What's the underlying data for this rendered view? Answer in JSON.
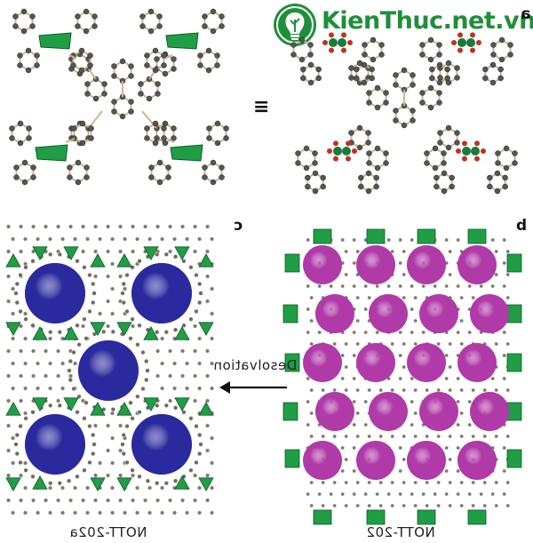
{
  "watermark": {
    "text": "KienThuc.net.vn",
    "icon": "leaf-bulb-logo-icon"
  },
  "panels": {
    "a": {
      "letter": "a"
    },
    "b": {
      "letter": "b",
      "caption": "NOTT-202"
    },
    "c": {
      "letter": "c",
      "caption": "NOTT-202a"
    }
  },
  "equivalence_symbol": "≡",
  "arrow": {
    "label": "Desolvation"
  },
  "colors": {
    "polyhedron": "#1f9e45",
    "cavity_large": "#2a2a9e",
    "cavity_small": "#b03aa8",
    "atom": "#555555",
    "bond": "#c9b98a",
    "logo_green": "#1f8f3a",
    "logo_accent": "#e07a1f"
  }
}
